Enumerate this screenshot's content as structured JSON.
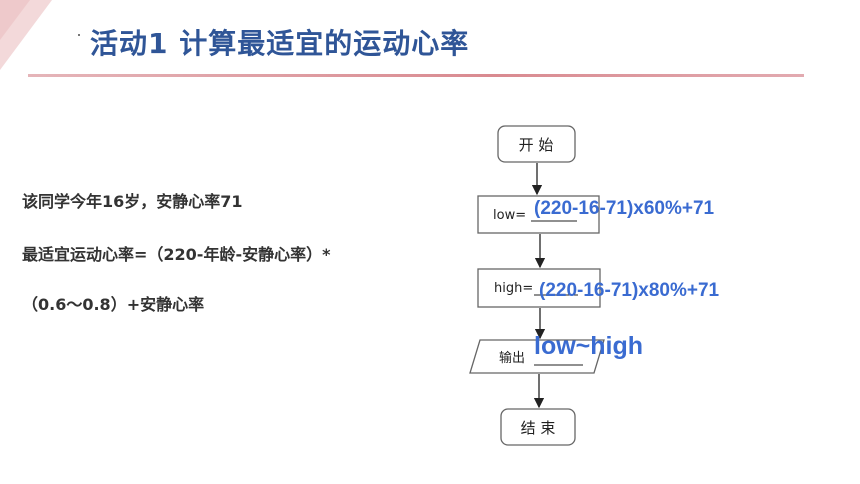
{
  "title": "活动1 计算最适宜的运动心率",
  "problem": {
    "line1": "该同学今年16岁，安静心率71",
    "line2": "最适宜运动心率=（220-年龄-安静心率）*",
    "line3": "（0.6～0.8）+安静心率"
  },
  "flowchart": {
    "start": "开 始",
    "low_label": "low=",
    "high_label": "high=",
    "output_label": "输出",
    "end": "结 束"
  },
  "annotations": {
    "low_value": "(220-16-71)x60%+71",
    "high_value": "(220-16-71)x80%+71",
    "output_value": "low~high"
  },
  "colors": {
    "title": "#2f5597",
    "annotation": "#3a6bd1",
    "accent_line": "#d98a90"
  }
}
